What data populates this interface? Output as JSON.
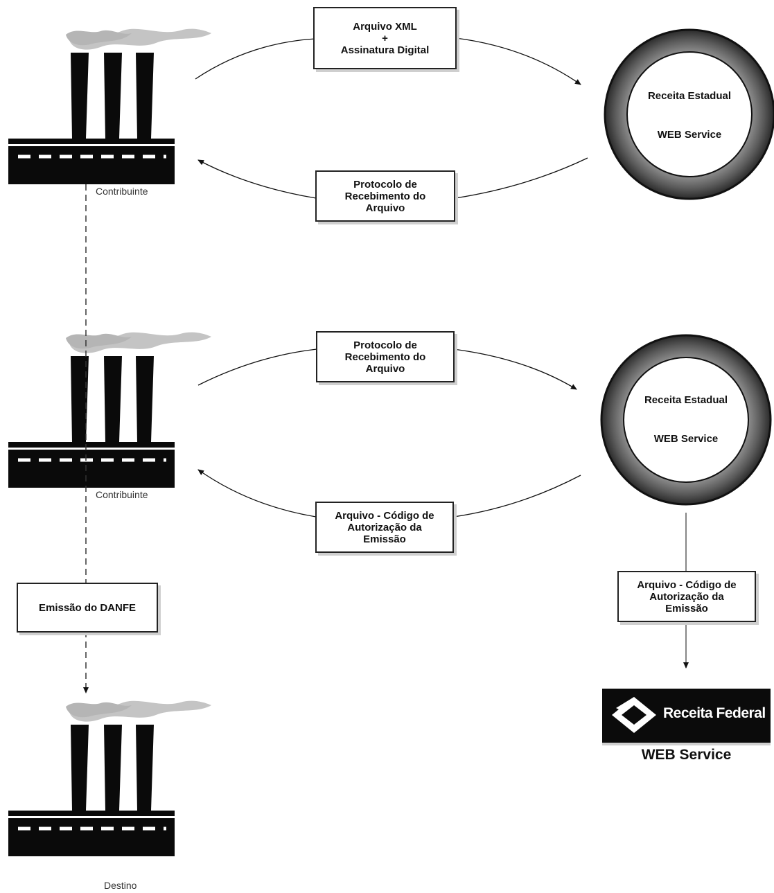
{
  "factories": {
    "top": {
      "label": "Contribuinte"
    },
    "middle": {
      "label": "Contribuinte"
    },
    "bottom": {
      "label": "Destino"
    }
  },
  "boxes": {
    "xml": {
      "line1": "Arquivo XML",
      "line2": "+",
      "line3": "Assinatura Digital"
    },
    "protocol_return": {
      "line1": "Protocolo de",
      "line2": "Recebimento do",
      "line3": "Arquivo"
    },
    "protocol_send": {
      "line1": "Protocolo de",
      "line2": "Recebimento do",
      "line3": "Arquivo"
    },
    "auth_return": {
      "line1": "Arquivo - Código de",
      "line2": "Autorização da",
      "line3": "Emissão"
    },
    "auth_federal": {
      "line1": "Arquivo - Código de",
      "line2": "Autorização da",
      "line3": "Emissão"
    },
    "danfe": {
      "line1": "Emissão do DANFE"
    }
  },
  "rings": {
    "top": {
      "line1": "Receita Estadual",
      "line2": "WEB Service"
    },
    "bottom": {
      "line1": "Receita Estadual",
      "line2": "WEB Service"
    }
  },
  "federal": {
    "logo_text": "Receita Federal",
    "caption": "WEB Service"
  },
  "colors": {
    "ink": "#111111",
    "smoke": "#bdbdbd",
    "ring": "#6a6a6a"
  }
}
